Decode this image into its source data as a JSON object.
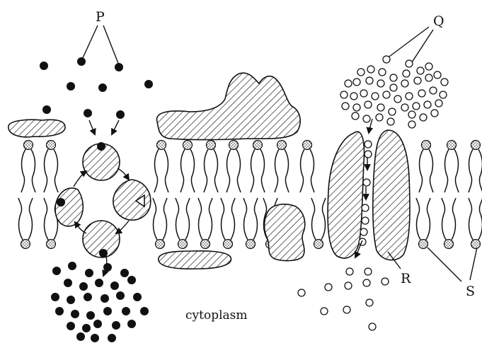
{
  "labels": {
    "p": "P",
    "q": "Q",
    "r": "R",
    "s": "S",
    "cytoplasm": "cytoplasm"
  },
  "colors": {
    "ink": "#111111",
    "background": "#ffffff"
  }
}
